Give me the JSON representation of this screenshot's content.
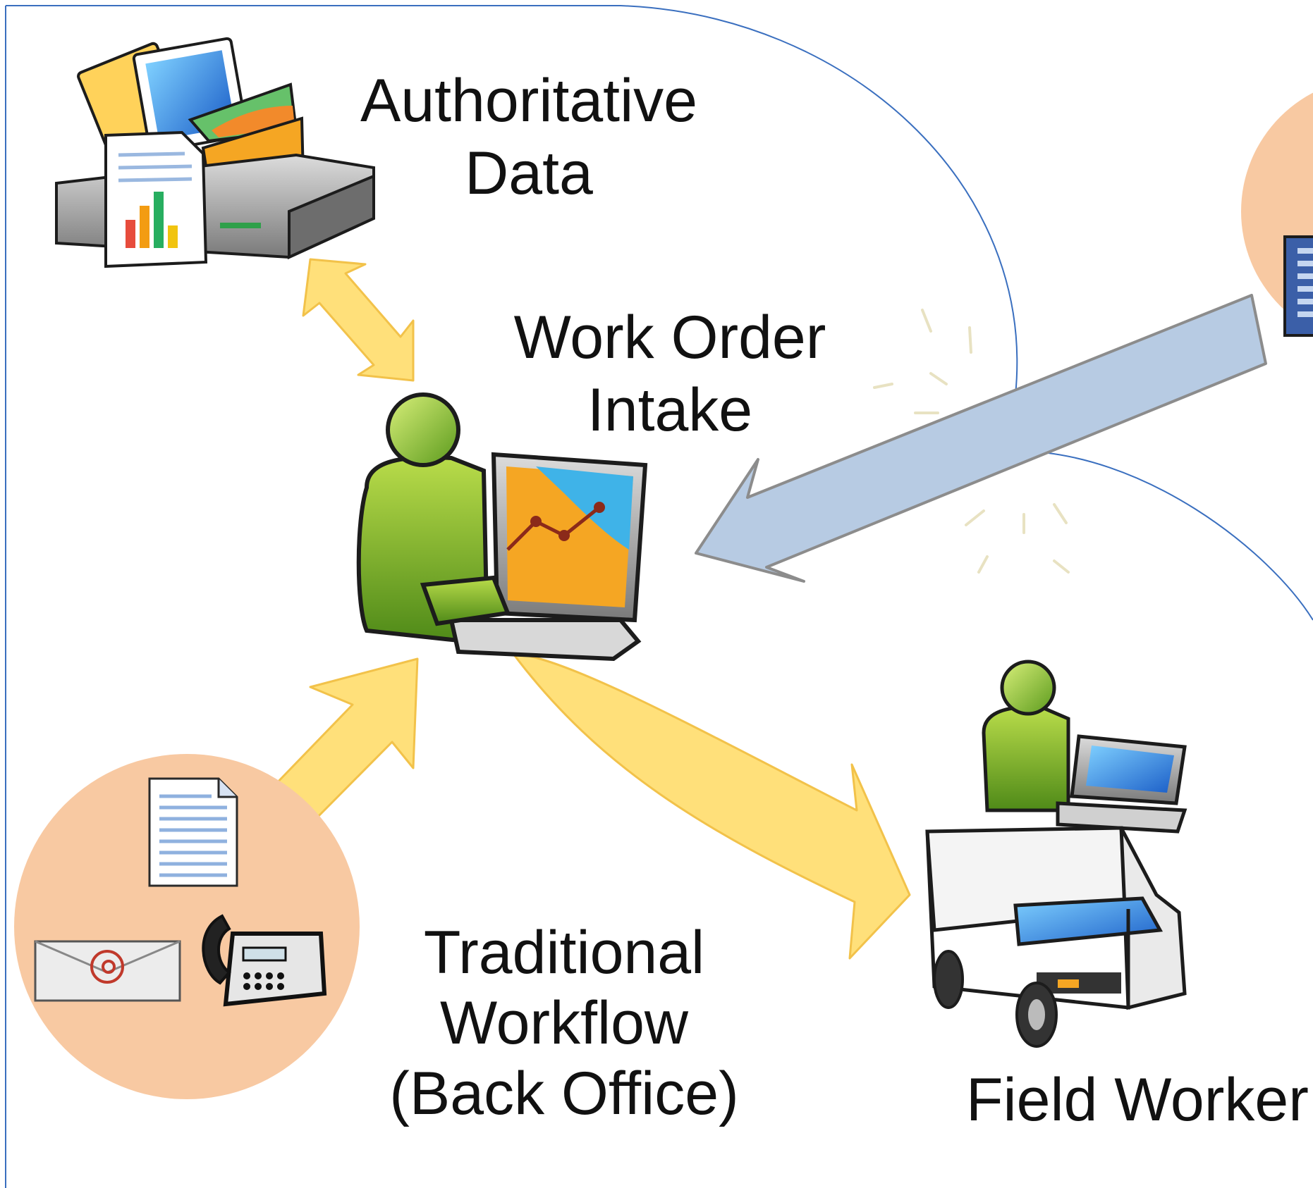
{
  "nodes": {
    "authoritative_data": {
      "lines": [
        "Authoritative",
        "Data"
      ]
    },
    "work_order_intake": {
      "lines": [
        "Work Order",
        "Intake"
      ]
    },
    "traditional_workflow": {
      "lines": [
        "Traditional",
        "Workflow",
        "(Back Office)"
      ]
    },
    "field_worker": {
      "lines": [
        "Field Worker"
      ]
    }
  },
  "icons": {
    "authoritative_data": "server-with-maps-and-report-icon",
    "work_order_intake": "person-at-computer-icon",
    "traditional_workflow": [
      "document-icon",
      "email-icon",
      "telephone-icon"
    ],
    "field_worker": "person-with-laptop-on-truck-icon",
    "external_source": "document-icon"
  },
  "edges": [
    {
      "from": "authoritative_data",
      "to": "work_order_intake",
      "style": "bidirectional"
    },
    {
      "from": "traditional_workflow",
      "to": "work_order_intake",
      "style": "directed"
    },
    {
      "from": "work_order_intake",
      "to": "field_worker",
      "style": "directed"
    },
    {
      "from": "external_source",
      "to": "work_order_intake",
      "style": "directed"
    }
  ],
  "colors": {
    "arrow_yellow": "#ffe07a",
    "arrow_yellow_edge": "#f2c24a",
    "arrow_blue": "#b7cbe3",
    "arrow_blue_edge": "#8c8c8c",
    "source_circle": "#f8c9a2",
    "region_outline": "#3a6fbf",
    "person_green": "#7fb02b",
    "person_dark": "#3d6a14"
  }
}
